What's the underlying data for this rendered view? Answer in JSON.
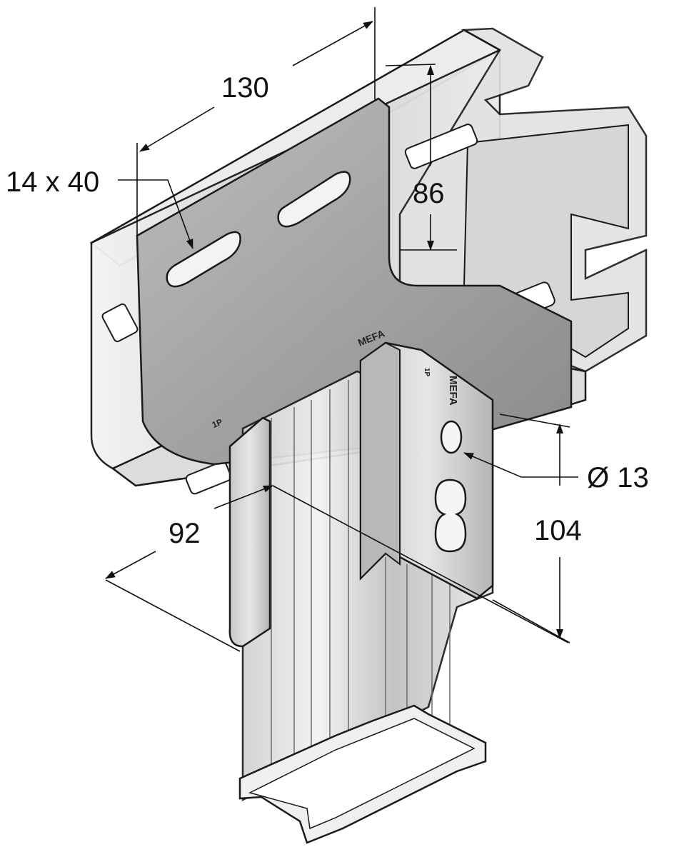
{
  "dimensions": {
    "width_label": "130",
    "slot_label": "14 x 40",
    "height_label": "86",
    "depth_label": "92",
    "hole_label": "Ø 13",
    "drop_label": "104"
  },
  "stamps": {
    "brand_top": "MEFA",
    "brand_side": "MEFA",
    "code_left": "1P",
    "code_side": "1P"
  },
  "colors": {
    "steel_light": "#e6e6e6",
    "steel_mid": "#c4c4c4",
    "steel_dark": "#8f8f8f",
    "outline": "#1a1a1a"
  }
}
